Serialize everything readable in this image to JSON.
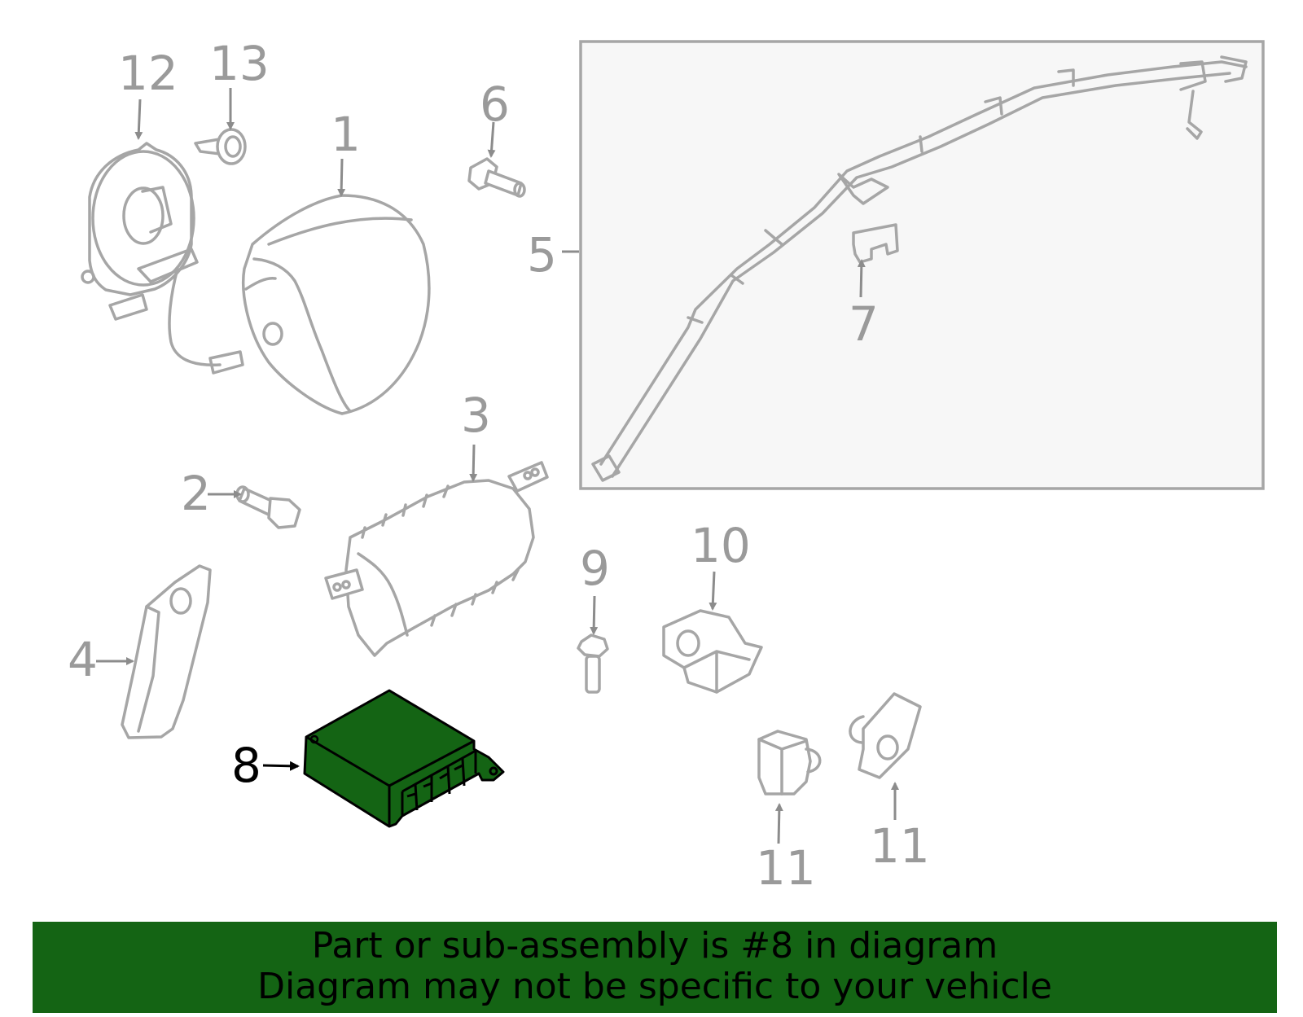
{
  "diagram": {
    "callouts": {
      "c1": "1",
      "c2": "2",
      "c3": "3",
      "c4": "4",
      "c5": "5",
      "c6": "6",
      "c7": "7",
      "c8": "8",
      "c9": "9",
      "c10": "10",
      "c11a": "11",
      "c11b": "11",
      "c12": "12",
      "c13": "13"
    },
    "highlighted_part": "8",
    "colors": {
      "highlight": "#146414",
      "parts": "#a6a6a6",
      "inset_background": "#f7f7f7"
    }
  },
  "banner": {
    "line1": "Part or sub-assembly is #8 in diagram",
    "line2": "Diagram may not be specific to your vehicle"
  }
}
